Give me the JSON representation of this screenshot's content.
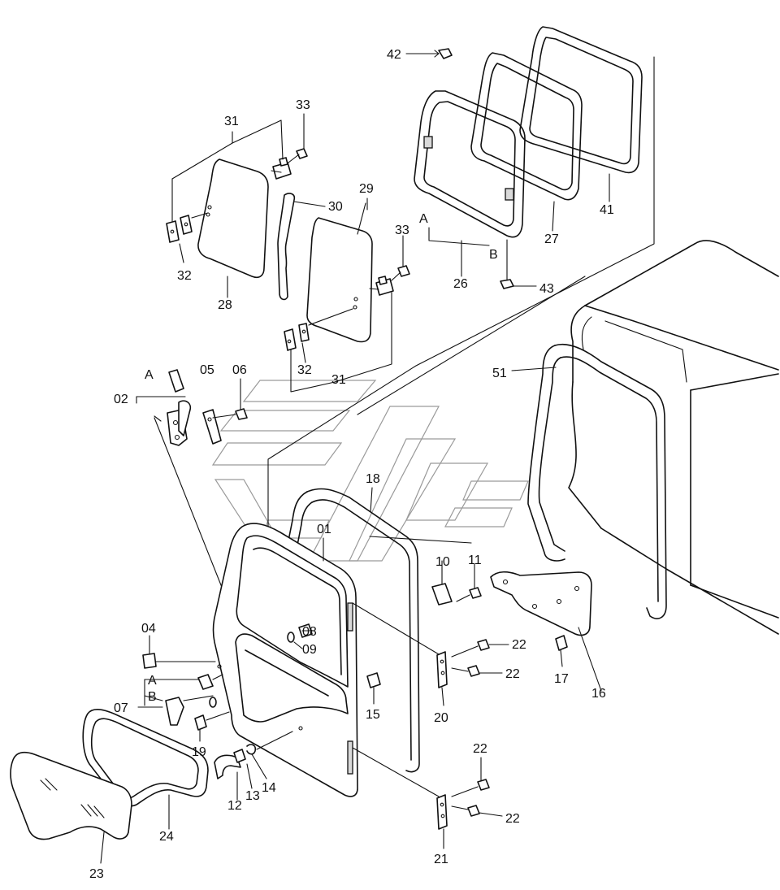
{
  "diagram": {
    "labels": [
      {
        "id": "l42",
        "text": "42"
      },
      {
        "id": "l33a",
        "text": "33"
      },
      {
        "id": "l31a",
        "text": "31"
      },
      {
        "id": "l30",
        "text": "30"
      },
      {
        "id": "l29",
        "text": "29"
      },
      {
        "id": "l33b",
        "text": "33"
      },
      {
        "id": "l32a",
        "text": "32"
      },
      {
        "id": "l28",
        "text": "28"
      },
      {
        "id": "l32b",
        "text": "32"
      },
      {
        "id": "l31b",
        "text": "31"
      },
      {
        "id": "l41",
        "text": "41"
      },
      {
        "id": "l27",
        "text": "27"
      },
      {
        "id": "lA1",
        "text": "A"
      },
      {
        "id": "lB1",
        "text": "B"
      },
      {
        "id": "l26",
        "text": "26"
      },
      {
        "id": "l43",
        "text": "43"
      },
      {
        "id": "lA2",
        "text": "A"
      },
      {
        "id": "l02",
        "text": "02"
      },
      {
        "id": "l05",
        "text": "05"
      },
      {
        "id": "l06",
        "text": "06"
      },
      {
        "id": "l51",
        "text": "51"
      },
      {
        "id": "l18",
        "text": "18"
      },
      {
        "id": "l01",
        "text": "01"
      },
      {
        "id": "l10",
        "text": "10"
      },
      {
        "id": "l11",
        "text": "11"
      },
      {
        "id": "l04",
        "text": "04"
      },
      {
        "id": "l08",
        "text": "08"
      },
      {
        "id": "l09",
        "text": "09"
      },
      {
        "id": "lA3",
        "text": "A"
      },
      {
        "id": "lB2",
        "text": "B"
      },
      {
        "id": "l07",
        "text": "07"
      },
      {
        "id": "l15",
        "text": "15"
      },
      {
        "id": "l22a",
        "text": "22"
      },
      {
        "id": "l22b",
        "text": "22"
      },
      {
        "id": "l17",
        "text": "17"
      },
      {
        "id": "l16",
        "text": "16"
      },
      {
        "id": "l20",
        "text": "20"
      },
      {
        "id": "l19",
        "text": "19"
      },
      {
        "id": "l14",
        "text": "14"
      },
      {
        "id": "l13",
        "text": "13"
      },
      {
        "id": "l12",
        "text": "12"
      },
      {
        "id": "l22c",
        "text": "22"
      },
      {
        "id": "l22d",
        "text": "22"
      },
      {
        "id": "l24",
        "text": "24"
      },
      {
        "id": "l21",
        "text": "21"
      },
      {
        "id": "l23",
        "text": "23"
      }
    ]
  }
}
